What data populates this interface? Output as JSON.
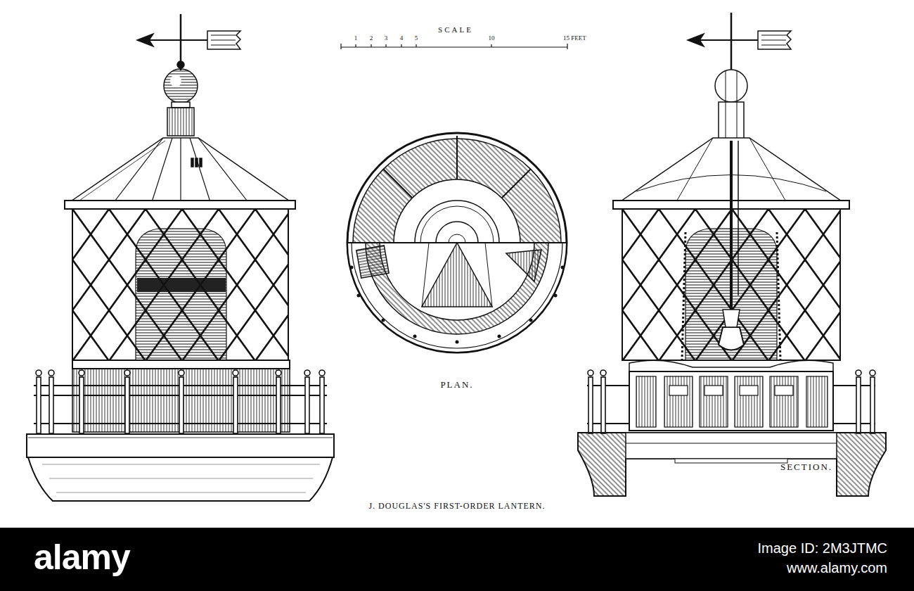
{
  "diagram": {
    "caption": "J. DOUGLAS'S FIRST-ORDER LANTERN.",
    "labels": [
      "SCALE",
      "1",
      "2",
      "3",
      "4",
      "5",
      "10",
      "15 FEET",
      "PLAN.",
      "SECTION.",
      "alamy",
      "Image ID: 2M3JTMC",
      "www.alamy.com"
    ]
  }
}
